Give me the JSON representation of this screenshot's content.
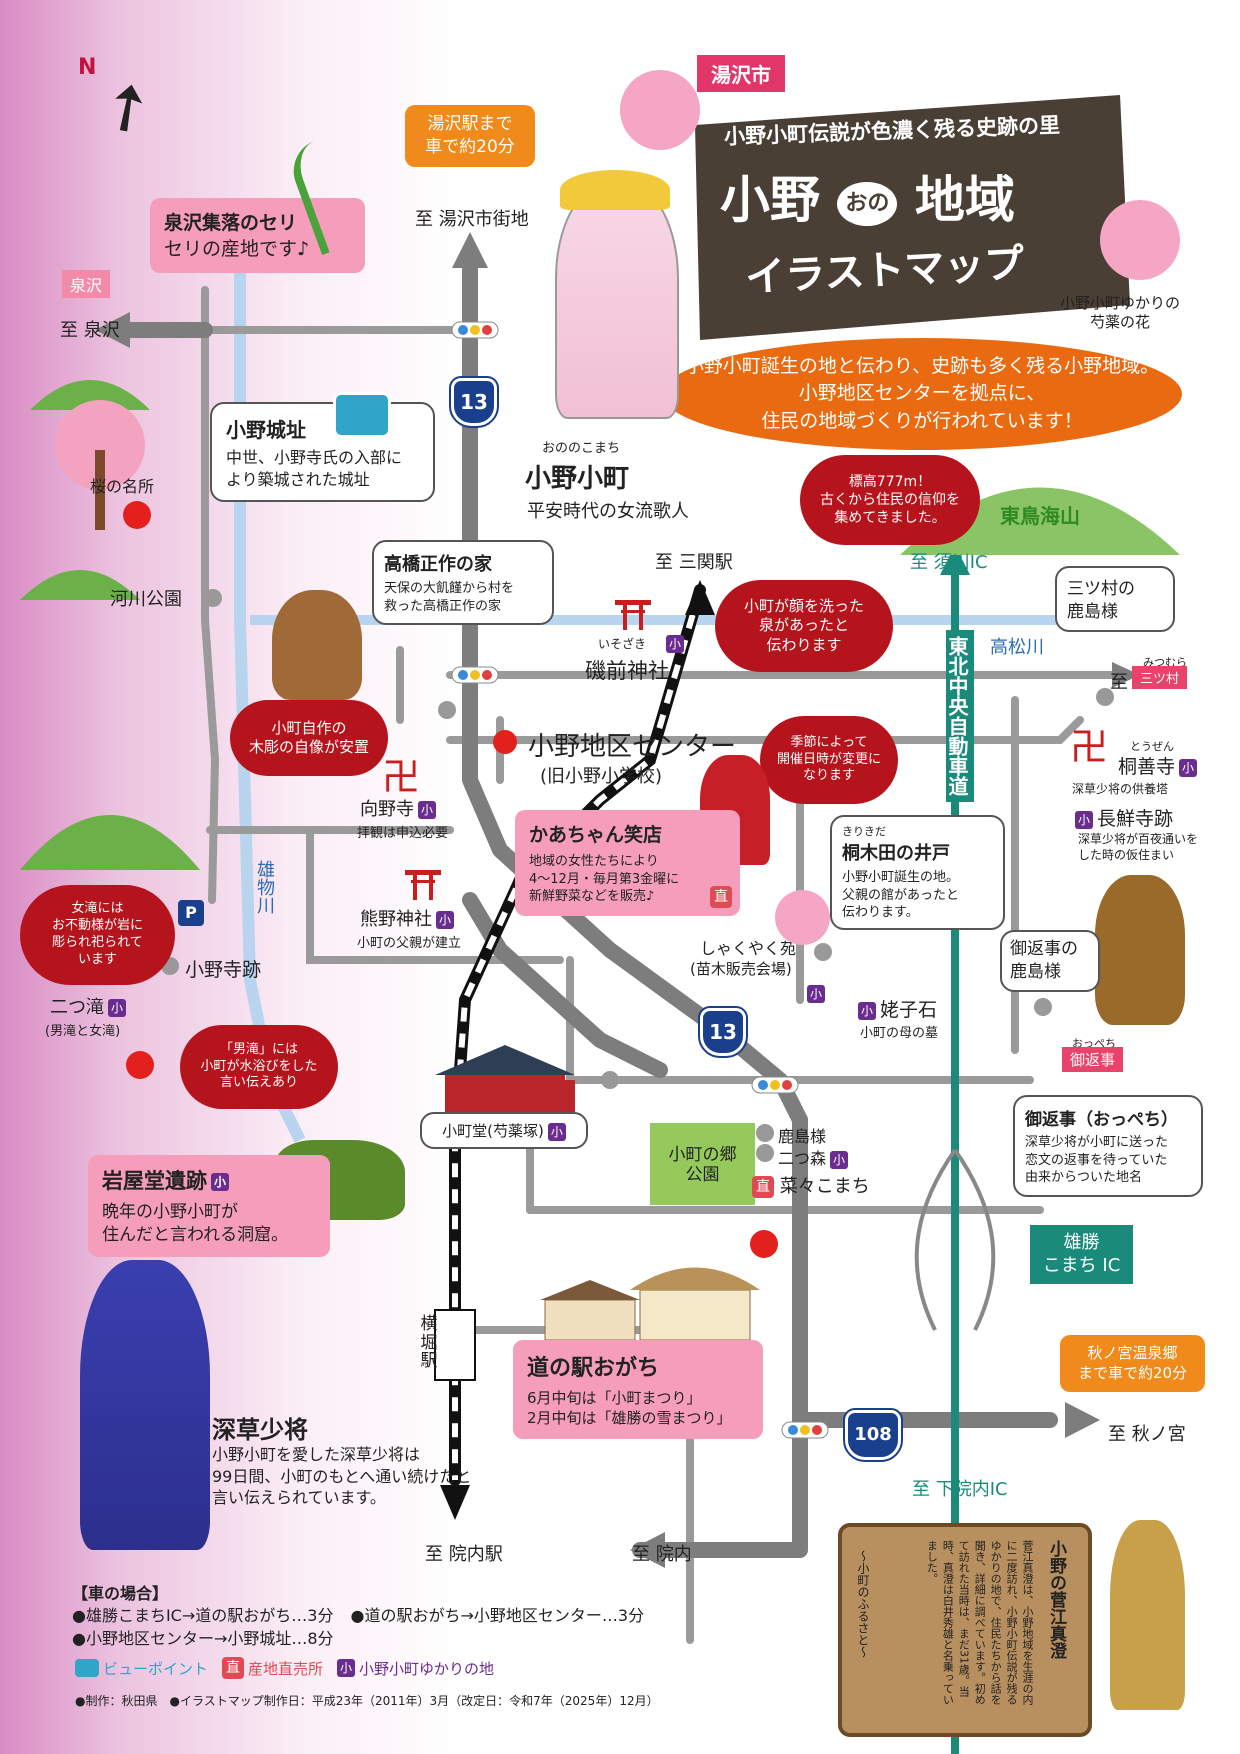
{
  "header": {
    "city_tag": "湯沢市",
    "subtitle": "小野小町伝説が色濃く残る史跡の里",
    "title_1": "小野",
    "title_ruby": "おの",
    "title_2": "地域",
    "title_3": "イラストマップ",
    "flower_caption_1": "小野小町ゆかりの",
    "flower_caption_2": "芍薬の花"
  },
  "intro": {
    "line1": "小野小町誕生の地と伝わり、史跡も多く残る小野地域。",
    "line2": "小野地区センターを拠点に、",
    "line3": "住民の地域づくりが行われています！"
  },
  "komachi": {
    "ruby": "おののこまち",
    "name": "小野小町",
    "desc": "平安時代の女流歌人"
  },
  "fukakusa": {
    "name": "深草少将",
    "desc1": "小野小町を愛した深草少将は",
    "desc2": "99日間、小町のもとへ通い続けたと",
    "desc3": "言い伝えられています。"
  },
  "compass": {
    "n": "N"
  },
  "directions": {
    "yuzawa_station_note": "湯沢駅まで\n車で約20分",
    "to_yuzawa_city": "至 湯沢市街地",
    "to_izumisawa": "至 泉沢",
    "izumisawa_tag": "泉沢",
    "to_sannoseki": "至 三関駅",
    "to_sukawa_ic": "至 須川IC",
    "to_mitsumura": "至",
    "mitsumura_tag": "三ツ村",
    "mitsumura_ruby": "みつむら",
    "to_innai_station": "至 院内駅",
    "to_innai": "至 院内",
    "to_shimoinnai_ic": "至 下院内IC",
    "to_akinomiya": "至 秋ノ宮",
    "akinomiya_note": "秋ノ宮温泉郷\nまで車で約20分"
  },
  "routes": {
    "r13_a": "13",
    "r13_b": "13",
    "r108": "108",
    "expressway": "東北中央自動車道",
    "river_takamatsu": "高松川",
    "river_omono": "雄物川"
  },
  "mountain": {
    "name": "東鳥海山",
    "note": "標高777m！\n古くから住民の信仰を\n集めてきました。"
  },
  "seri": {
    "title": "泉沢集落のセリ",
    "desc": "セリの産地です♪"
  },
  "ono_castle": {
    "title": "小野城址",
    "desc": "中世、小野寺氏の入部に\nより築城された城址"
  },
  "sakura": "桜の名所",
  "kawai_park": "河川公園",
  "takahashi": {
    "title": "高橋正作の家",
    "desc": "天保の大飢饉から村を\n救った高橋正作の家"
  },
  "izusaki": {
    "ruby": "いそざき",
    "name": "磯前神社",
    "bubble": "小町が顔を洗った\n泉があったと\n伝わります"
  },
  "mitsumura_kashima": "三ツ村の\n鹿島様",
  "center": {
    "name": "小野地区センター",
    "sub": "(旧小野小学校)",
    "bubble": "季節によって\n開催日時が変更に\nなります"
  },
  "statue_bubble": "小町自作の\n木彫の自像が安置",
  "mukaino": {
    "name": "向野寺",
    "note": "拝観は申込必要"
  },
  "kumano": {
    "name": "熊野神社",
    "note": "小町の父親が建立"
  },
  "kaachan": {
    "title": "かあちゃん笑店",
    "desc": "地域の女性たちにより\n4～12月・毎月第3金曜に\n新鮮野菜などを販売♪",
    "choku": "直"
  },
  "kirikida": {
    "ruby": "きりきだ",
    "title": "桐木田の井戸",
    "desc": "小野小町誕生の地。\n父親の館があったと\n伝わります。"
  },
  "tozenji": {
    "ruby": "とうぜん",
    "name": "桐善寺",
    "note": "深草少将の供養塔"
  },
  "chosenji": {
    "name": "長鮮寺跡",
    "note": "深草少将が百夜通いを\nした時の仮住まい"
  },
  "shakuyakuen": {
    "name": "しゃくやく苑",
    "sub": "(苗木販売会場)"
  },
  "uba": {
    "name": "姥子石",
    "note": "小町の母の墓"
  },
  "okaeshi_kashima": "御返事の\n鹿島様",
  "okaeshi_tag": "御返事",
  "okaeshi_tag_ruby": "おっぺち",
  "okaeshi": {
    "title": "御返事（おっぺち）",
    "desc": "深草少将が小町に送った\n恋文の返事を待っていた\n由来からついた地名"
  },
  "ofudo_bubble": "女滝には\nお不動様が岩に\n彫られ祀られて\nいます",
  "parking": "P",
  "onodera_ato": "小野寺跡",
  "futatsudaki": {
    "name": "二つ滝",
    "sub": "(男滝と女滝)"
  },
  "otaki_bubble": "「男滝」には\n小町が水浴びをした\n言い伝えあり",
  "komachido": "小町堂(芍薬塚)",
  "komachi_park": "小町の郷\n公園",
  "kashima": "鹿島様",
  "futatsumori": "二つ森",
  "nanakomachi": "菜々こまち",
  "iwayado": {
    "title": "岩屋堂遺跡",
    "desc": "晩年の小野小町が\n住んだと言われる洞窟。"
  },
  "michinoeki": {
    "title": "道の駅おがち",
    "desc1": "6月中旬は「小町まつり」",
    "desc2": "2月中旬は「雄勝の雪まつり」"
  },
  "yokobori_station": "横\n堀\n駅",
  "ogachi_ic": "雄勝\nこまち IC",
  "car": {
    "heading": "【車の場合】",
    "line1a": "●雄勝こまちIC→道の駅おがち…3分",
    "line1b": "●道の駅おがち→小野地区センター…3分",
    "line2": "●小野地区センター→小野城址…8分"
  },
  "legend": {
    "view": "ビューポイント",
    "choku_icon": "直",
    "choku": "産地直売所",
    "ko_icon": "小",
    "ko": "小野小町ゆかりの地"
  },
  "credit": "●制作：秋田県　●イラストマップ制作日：平成23年（2011年）3月（改定日：令和7年（2025年）12月）",
  "sign": {
    "title": "小野の菅江真澄",
    "body": "菅江真澄は、小野地域を生涯の内に二度訪れ、小野小町伝説が残るゆかりの地で、住民たちから話を聞き、詳細に調べています。初めて訪れた当時は、まだ31歳。当時、真澄は白井秀雄と名乗っていました。",
    "footer": "～小町のふるさと～"
  },
  "ko_mark": "小"
}
